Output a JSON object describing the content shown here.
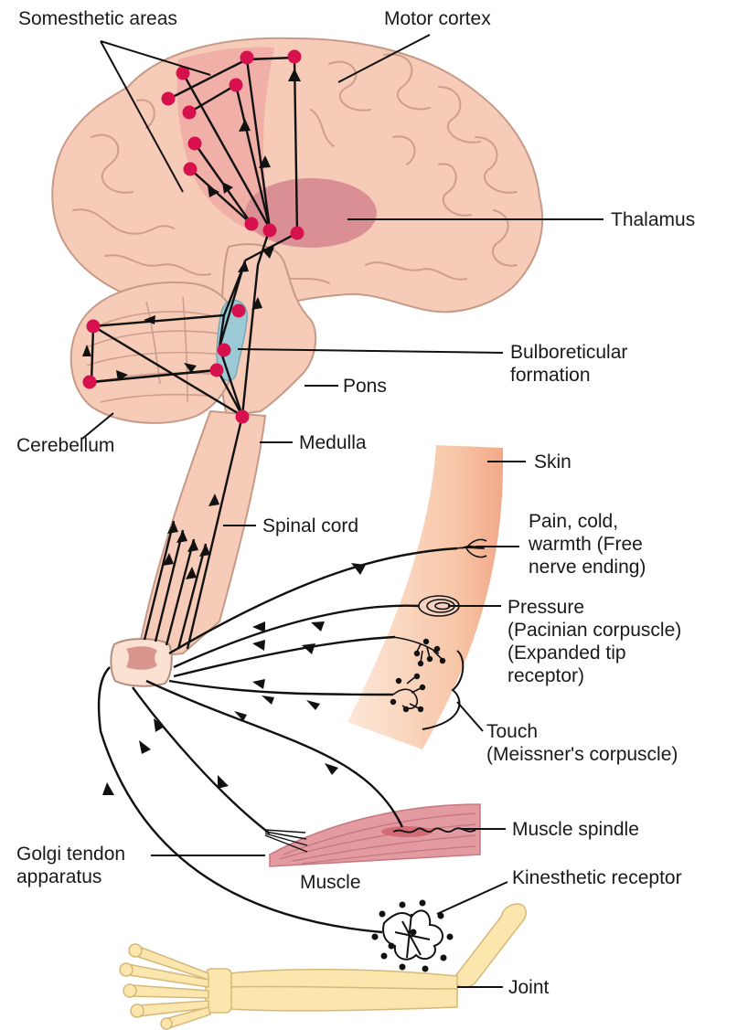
{
  "labels": {
    "somesthetic_areas": "Somesthetic areas",
    "motor_cortex": "Motor cortex",
    "thalamus": "Thalamus",
    "bulboreticular_1": "Bulboreticular",
    "bulboreticular_2": "formation",
    "pons": "Pons",
    "cerebellum": "Cerebellum",
    "medulla": "Medulla",
    "skin": "Skin",
    "spinal_cord": "Spinal cord",
    "pain_1": "Pain, cold,",
    "pain_2": "warmth (Free",
    "pain_3": "nerve ending)",
    "pressure_1": "Pressure",
    "pressure_2": "(Pacinian corpuscle)",
    "expanded_1": "(Expanded tip",
    "expanded_2": "receptor)",
    "touch_1": "Touch",
    "touch_2": "(Meissner's corpuscle)",
    "muscle_spindle": "Muscle spindle",
    "golgi_1": "Golgi tendon",
    "golgi_2": "apparatus",
    "muscle": "Muscle",
    "kinesthetic": "Kinesthetic receptor",
    "joint": "Joint"
  },
  "colors": {
    "brain": "#f6cbb7",
    "brain_outline": "#c79a88",
    "somesthetic_band": "#efaaa4",
    "thalamus": "#d98f93",
    "bulboreticular": "#9cc9d6",
    "synapse_dot": "#d6114e",
    "skin": "#f8c6a4",
    "muscle": "#e39aa0",
    "bone": "#fbe6ad"
  }
}
